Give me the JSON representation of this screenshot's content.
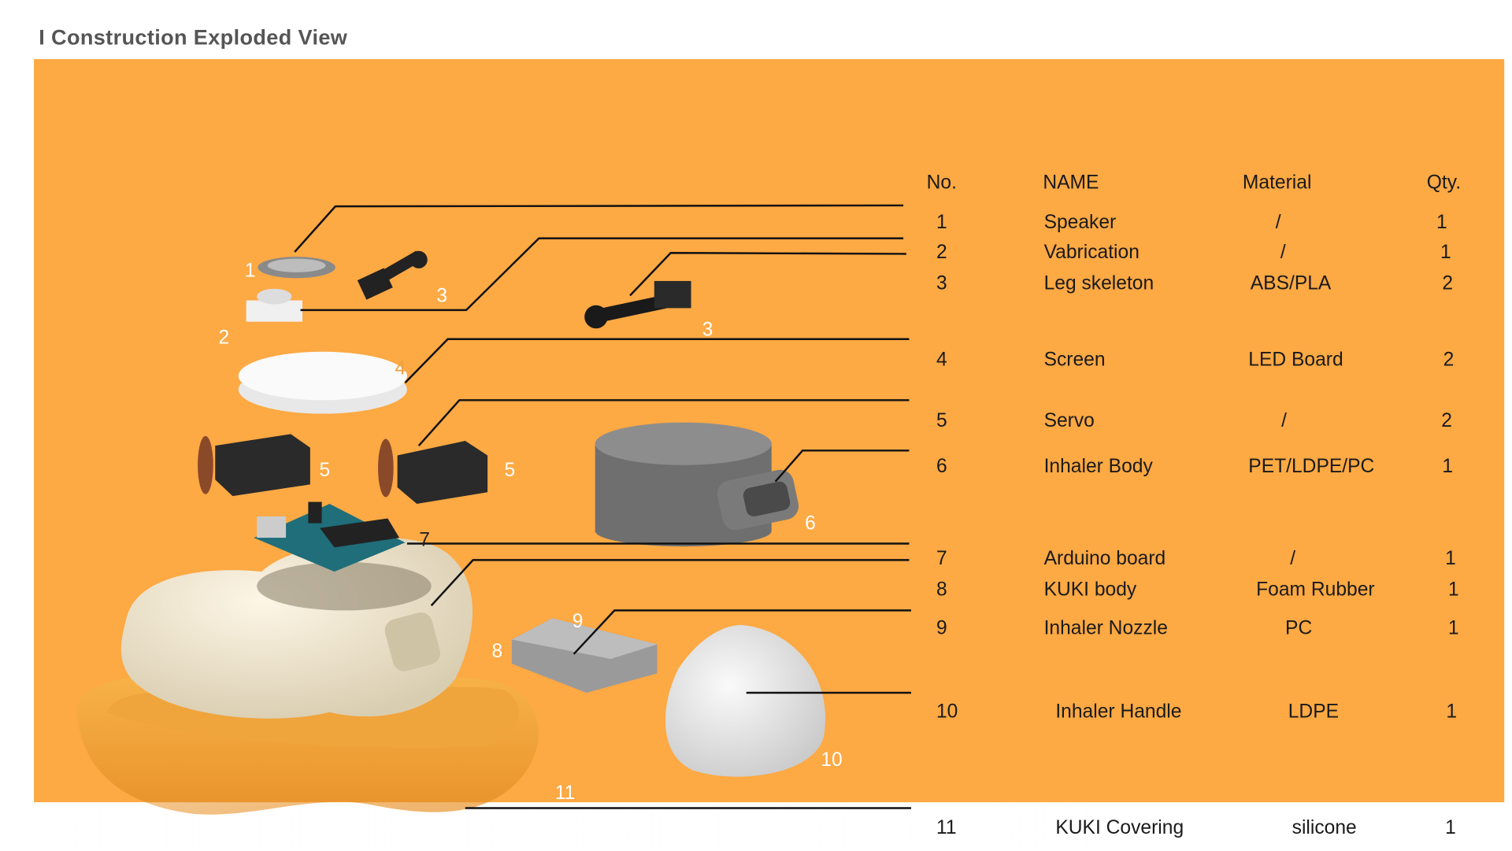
{
  "title": "I Construction Exploded View",
  "colors": {
    "panel": "#FDA944",
    "title": "#555555",
    "line": "#111111"
  },
  "table": {
    "headers": {
      "no": "No.",
      "name": "NAME",
      "material": "Material",
      "qty": "Qty."
    },
    "rows": [
      {
        "no": "1",
        "name": "Speaker",
        "material": "/",
        "qty": "1"
      },
      {
        "no": "2",
        "name": "Vabrication",
        "material": "/",
        "qty": "1"
      },
      {
        "no": "3",
        "name": "Leg skeleton",
        "material": "ABS/PLA",
        "qty": "2"
      },
      {
        "no": "4",
        "name": "Screen",
        "material": "LED Board",
        "qty": "2"
      },
      {
        "no": "5",
        "name": "Servo",
        "material": "/",
        "qty": "2"
      },
      {
        "no": "6",
        "name": "Inhaler Body",
        "material": "PET/LDPE/PC",
        "qty": "1"
      },
      {
        "no": "7",
        "name": "Arduino board",
        "material": "/",
        "qty": "1"
      },
      {
        "no": "8",
        "name": "KUKI body",
        "material": "Foam Rubber",
        "qty": "1"
      },
      {
        "no": "9",
        "name": "Inhaler Nozzle",
        "material": "PC",
        "qty": "1"
      },
      {
        "no": "10",
        "name": "Inhaler Handle",
        "material": "LDPE",
        "qty": "1"
      },
      {
        "no": "11",
        "name": "KUKI Covering",
        "material": "silicone",
        "qty": "1"
      }
    ]
  },
  "callouts": [
    "1",
    "3",
    "2",
    "3",
    "4",
    "5",
    "5",
    "6",
    "7",
    "8",
    "9",
    "10",
    "11"
  ]
}
